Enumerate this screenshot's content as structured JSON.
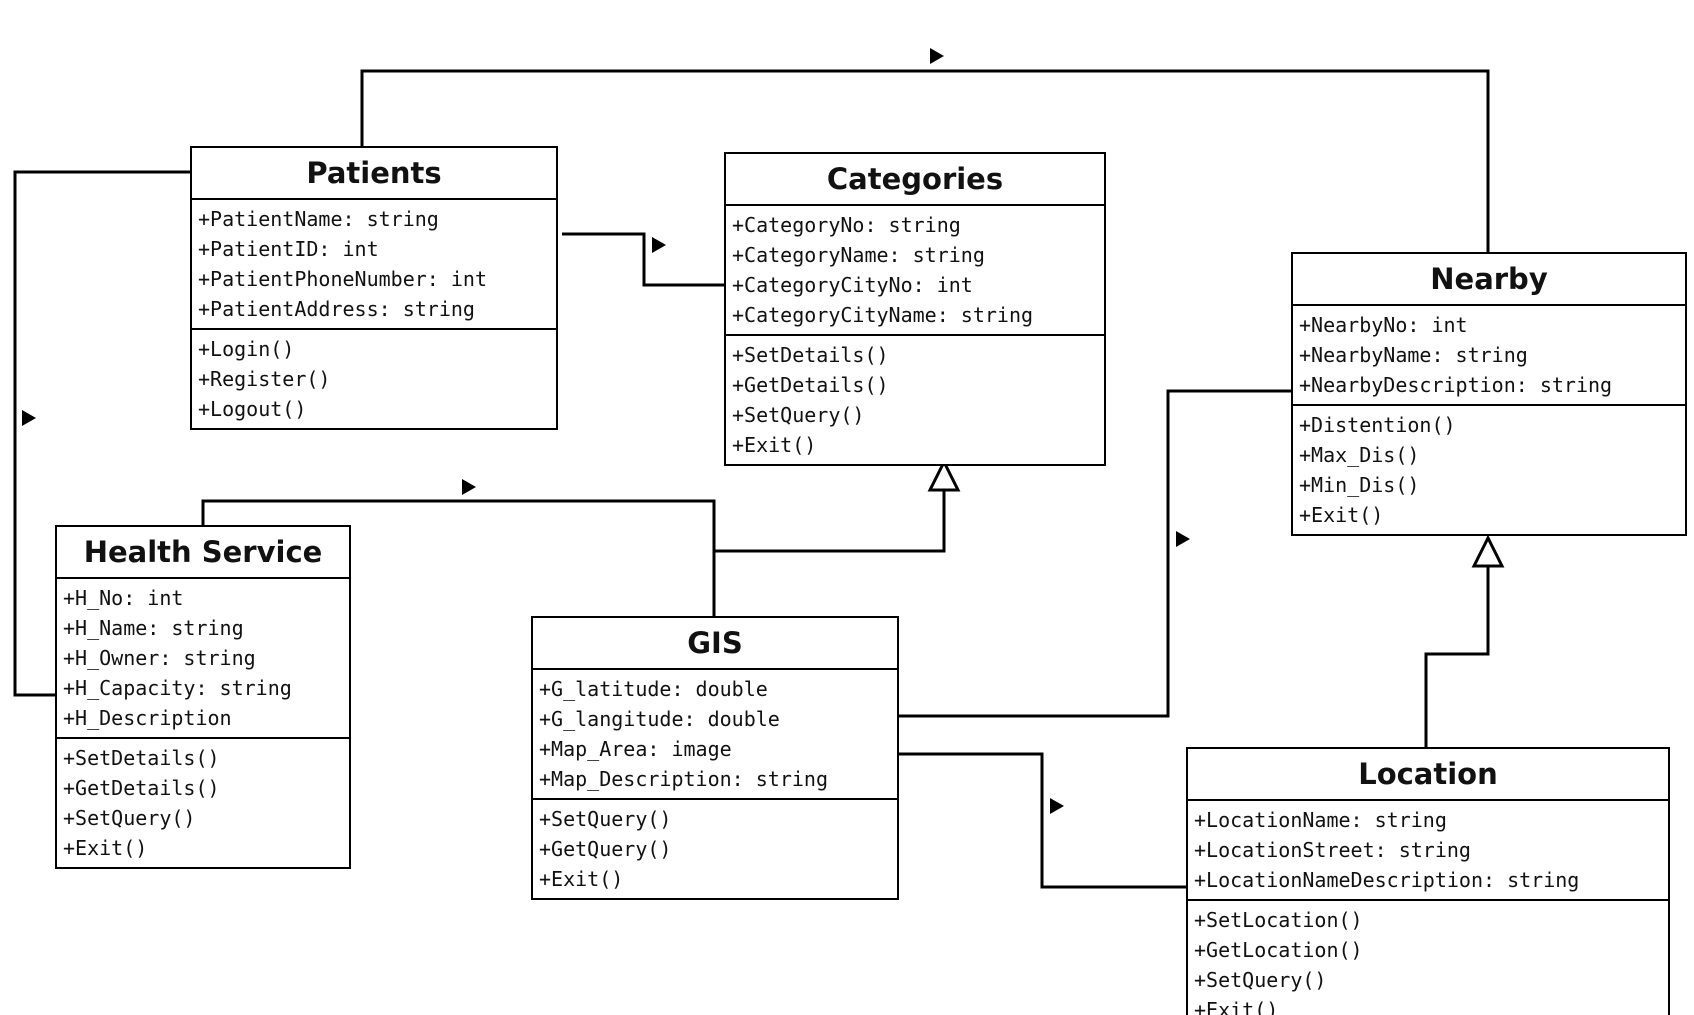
{
  "diagram": {
    "classes": [
      {
        "id": "patients",
        "name": "Patients",
        "attributes": [
          "+PatientName: string",
          "+PatientID: int",
          "+PatientPhoneNumber: int",
          "+PatientAddress: string"
        ],
        "methods": [
          "+Login()",
          "+Register()",
          "+Logout()"
        ]
      },
      {
        "id": "categories",
        "name": "Categories",
        "attributes": [
          "+CategoryNo: string",
          "+CategoryName: string",
          "+CategoryCityNo: int",
          "+CategoryCityName: string"
        ],
        "methods": [
          "+SetDetails()",
          "+GetDetails()",
          "+SetQuery()",
          "+Exit()"
        ]
      },
      {
        "id": "nearby",
        "name": "Nearby",
        "attributes": [
          "+NearbyNo: int",
          "+NearbyName: string",
          "+NearbyDescription: string"
        ],
        "methods": [
          "+Distention()",
          "+Max_Dis()",
          "+Min_Dis()",
          "+Exit()"
        ]
      },
      {
        "id": "health-service",
        "name": "Health Service",
        "attributes": [
          "+H_No: int",
          "+H_Name: string",
          "+H_Owner: string",
          "+H_Capacity: string",
          "+H_Description"
        ],
        "methods": [
          "+SetDetails()",
          "+GetDetails()",
          "+SetQuery()",
          "+Exit()"
        ]
      },
      {
        "id": "gis",
        "name": "GIS",
        "attributes": [
          "+G_latitude: double",
          "+G_langitude: double",
          "+Map_Area: image",
          "+Map_Description: string"
        ],
        "methods": [
          "+SetQuery()",
          "+GetQuery()",
          "+Exit()"
        ]
      },
      {
        "id": "location",
        "name": "Location",
        "attributes": [
          "+LocationName: string",
          "+LocationStreet: string",
          "+LocationNameDescription: string"
        ],
        "methods": [
          "+SetLocation()",
          "+GetLocation()",
          "+SetQuery()",
          "+Exit()"
        ]
      }
    ],
    "relationships": [
      {
        "type": "association",
        "from": "patients",
        "to": "nearby"
      },
      {
        "type": "association",
        "from": "patients",
        "to": "categories"
      },
      {
        "type": "association",
        "from": "patients",
        "to": "health-service"
      },
      {
        "type": "association",
        "from": "health-service",
        "to": "gis"
      },
      {
        "type": "generalization",
        "from": "gis",
        "to": "categories"
      },
      {
        "type": "association",
        "from": "gis",
        "to": "nearby"
      },
      {
        "type": "association",
        "from": "gis",
        "to": "location"
      },
      {
        "type": "generalization",
        "from": "location",
        "to": "nearby"
      }
    ],
    "colors": {
      "line": "#000000",
      "background": "#ffffff",
      "text": "#111111"
    }
  }
}
